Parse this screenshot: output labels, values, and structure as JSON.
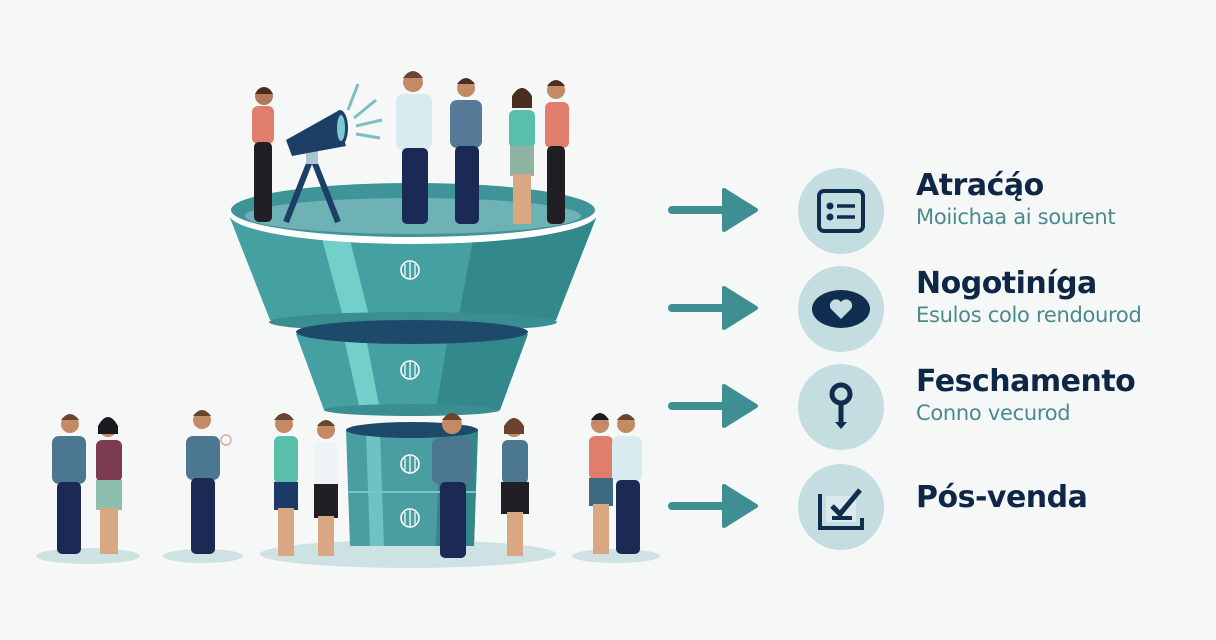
{
  "diagram": {
    "type": "sales-funnel-infographic",
    "funnel": {
      "sections": 4,
      "section_icon": "brain-icon",
      "colors": {
        "teal": "#3f9a9c",
        "teal_light": "#6cc8c6",
        "teal_dark": "#2b7f83",
        "navy": "#1d4a6b"
      }
    },
    "stages": [
      {
        "title": "Atraćą́o",
        "subtitle": "Moiichaa ai sourent",
        "icon": "list-icon"
      },
      {
        "title": "Nogotiníga",
        "subtitle": "Esulos colo rendourod",
        "icon": "heart-icon"
      },
      {
        "title": "Feschamento",
        "subtitle": "Conno vecurod",
        "icon": "key-icon"
      },
      {
        "title": "Pós-venda",
        "subtitle": "",
        "icon": "checkbox-icon"
      }
    ],
    "colors": {
      "background": "#f6f8f8",
      "arrow": "#3f8f92",
      "icon_circle": "#c4dde0",
      "icon_stroke": "#0f2d4f",
      "title": "#0f2746",
      "subtitle": "#4a8a8e"
    }
  }
}
